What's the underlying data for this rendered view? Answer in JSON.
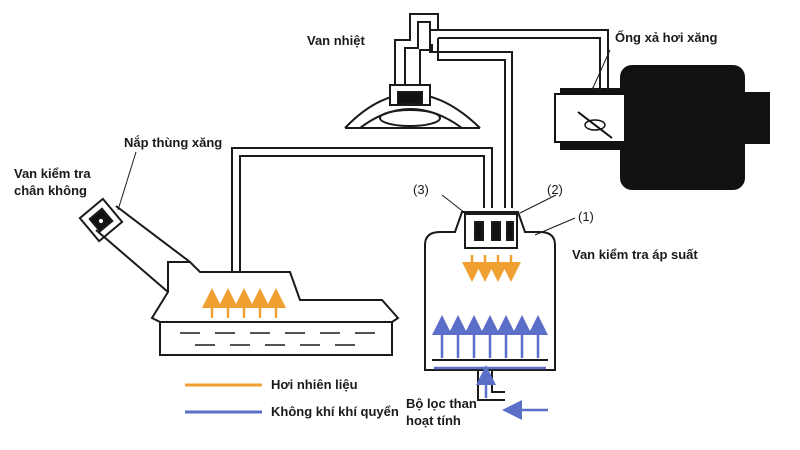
{
  "labels": {
    "thermal_valve": "Van nhiệt",
    "vapor_exhaust": "Ống xả hơi xăng",
    "fuel_cap": "Nắp thùng xăng",
    "vacuum_check_line1": "Van kiểm tra",
    "vacuum_check_line2": "chân không",
    "pressure_check": "Van kiểm tra áp suất",
    "num1": "(1)",
    "num2": "(2)",
    "num3": "(3)",
    "canister_line1": "Bộ lọc than",
    "canister_line2": "hoạt tính"
  },
  "legend": {
    "fuel_vapor": "Hơi nhiên liệu",
    "atmosphere_air": "Không khí khí quyển"
  },
  "colors": {
    "fuel_vapor": "#f0a030",
    "atmosphere_air": "#5b6fc8",
    "line": "#1a1a1a",
    "engine": "#111111"
  }
}
